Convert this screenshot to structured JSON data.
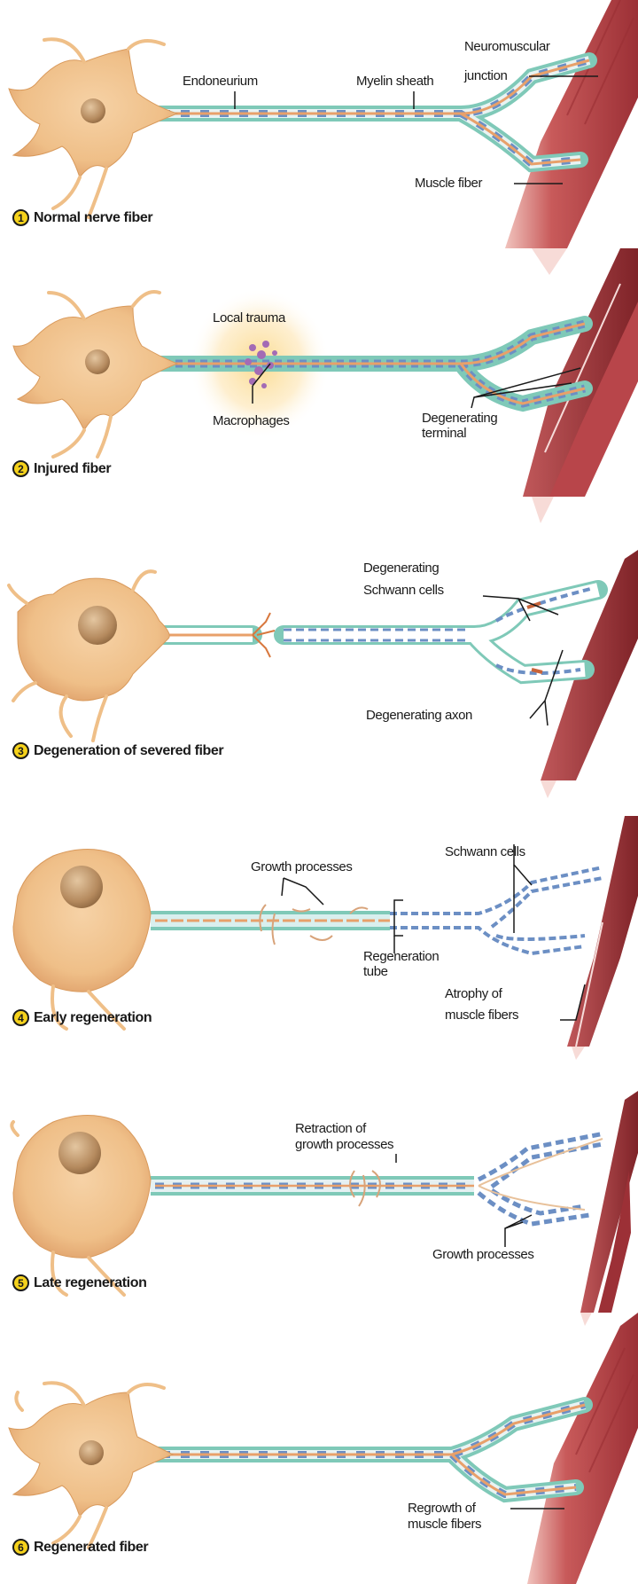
{
  "figure": {
    "title": "Degeneration and regeneration of a peripheral nerve fiber",
    "colors": {
      "cell_body": "#f2c38f",
      "cell_shadow": "#d99a5c",
      "nucleus": "#b58a5e",
      "endoneurium": "#7fc9b8",
      "myelin_blue": "#6c8fc4",
      "axon": "#e8a06a",
      "muscle": "#b8454a",
      "muscle_light": "#e7a19d",
      "badge": "#f5d21c",
      "glow": "#fbe3a6",
      "macrophage": "#a36bb5"
    },
    "panels": [
      {
        "number": "1",
        "caption": "Normal nerve fiber",
        "labels": {
          "endoneurium": "Endoneurium",
          "myelin_sheath": "Myelin sheath",
          "nmj_line1": "Neuromuscular",
          "nmj_line2": "junction",
          "muscle_fiber": "Muscle fiber"
        }
      },
      {
        "number": "2",
        "caption": "Injured fiber",
        "labels": {
          "local_trauma": "Local trauma",
          "macrophages": "Macrophages",
          "degenerating_line1": "Degenerating",
          "degenerating_line2": "terminal"
        }
      },
      {
        "number": "3",
        "caption": "Degeneration of severed fiber",
        "labels": {
          "schwann_line1": "Degenerating",
          "schwann_line2": "Schwann cells",
          "axon": "Degenerating axon"
        }
      },
      {
        "number": "4",
        "caption": "Early regeneration",
        "labels": {
          "growth_processes": "Growth processes",
          "schwann_cells": "Schwann cells",
          "tube_line1": "Regeneration",
          "tube_line2": "tube",
          "atrophy_line1": "Atrophy of",
          "atrophy_line2": "muscle fibers"
        }
      },
      {
        "number": "5",
        "caption": "Late regeneration",
        "labels": {
          "retraction_line1": "Retraction of",
          "retraction_line2": "growth processes",
          "growth_processes": "Growth processes"
        }
      },
      {
        "number": "6",
        "caption": "Regenerated fiber",
        "labels": {
          "regrowth_line1": "Regrowth of",
          "regrowth_line2": "muscle fibers"
        }
      }
    ]
  }
}
